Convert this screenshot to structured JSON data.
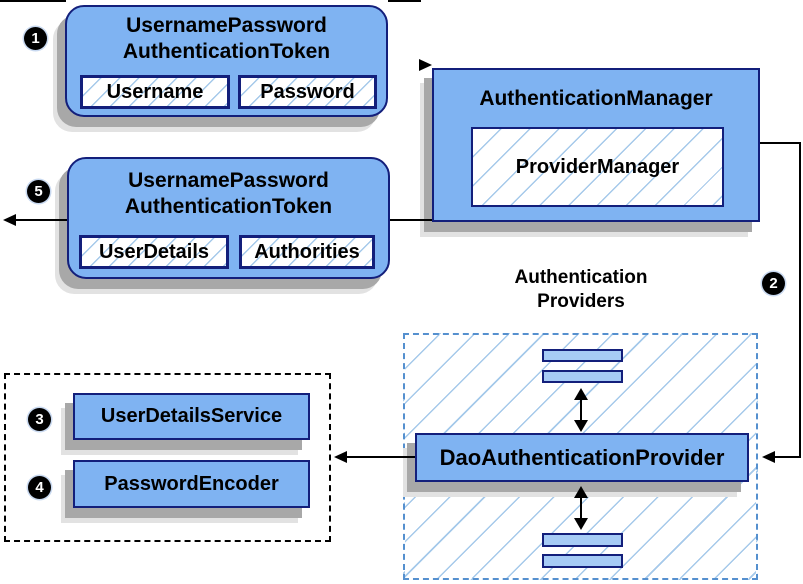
{
  "colors": {
    "box-fill": "#7fb3f2",
    "bar-fill": "#a6cbf5",
    "box-border": "#131f7b",
    "hatch-line": "#a5c9ea",
    "providers-border": "#5590cf",
    "connector": "#000000",
    "shadow": "#a8a8a8",
    "shadow-light": "#e2e2e2",
    "badge-bg": "#000000",
    "badge-text": "#ffffff",
    "canvas-bg": "#ffffff"
  },
  "badges": {
    "step1": "1",
    "step2": "2",
    "step3": "3",
    "step4": "4",
    "step5": "5"
  },
  "request_token": {
    "title_line1": "UsernamePassword",
    "title_line2": "AuthenticationToken",
    "fields": [
      "Username",
      "Password"
    ]
  },
  "authentication_manager": {
    "title": "AuthenticationManager",
    "provider": "ProviderManager"
  },
  "response_token": {
    "title_line1": "UsernamePassword",
    "title_line2": "AuthenticationToken",
    "fields": [
      "UserDetails",
      "Authorities"
    ]
  },
  "authentication_providers": {
    "title_line1": "Authentication",
    "title_line2": "Providers",
    "dao_provider": "DaoAuthenticationProvider"
  },
  "services": {
    "user_details_service": "UserDetailsService",
    "password_encoder": "PasswordEncoder"
  }
}
